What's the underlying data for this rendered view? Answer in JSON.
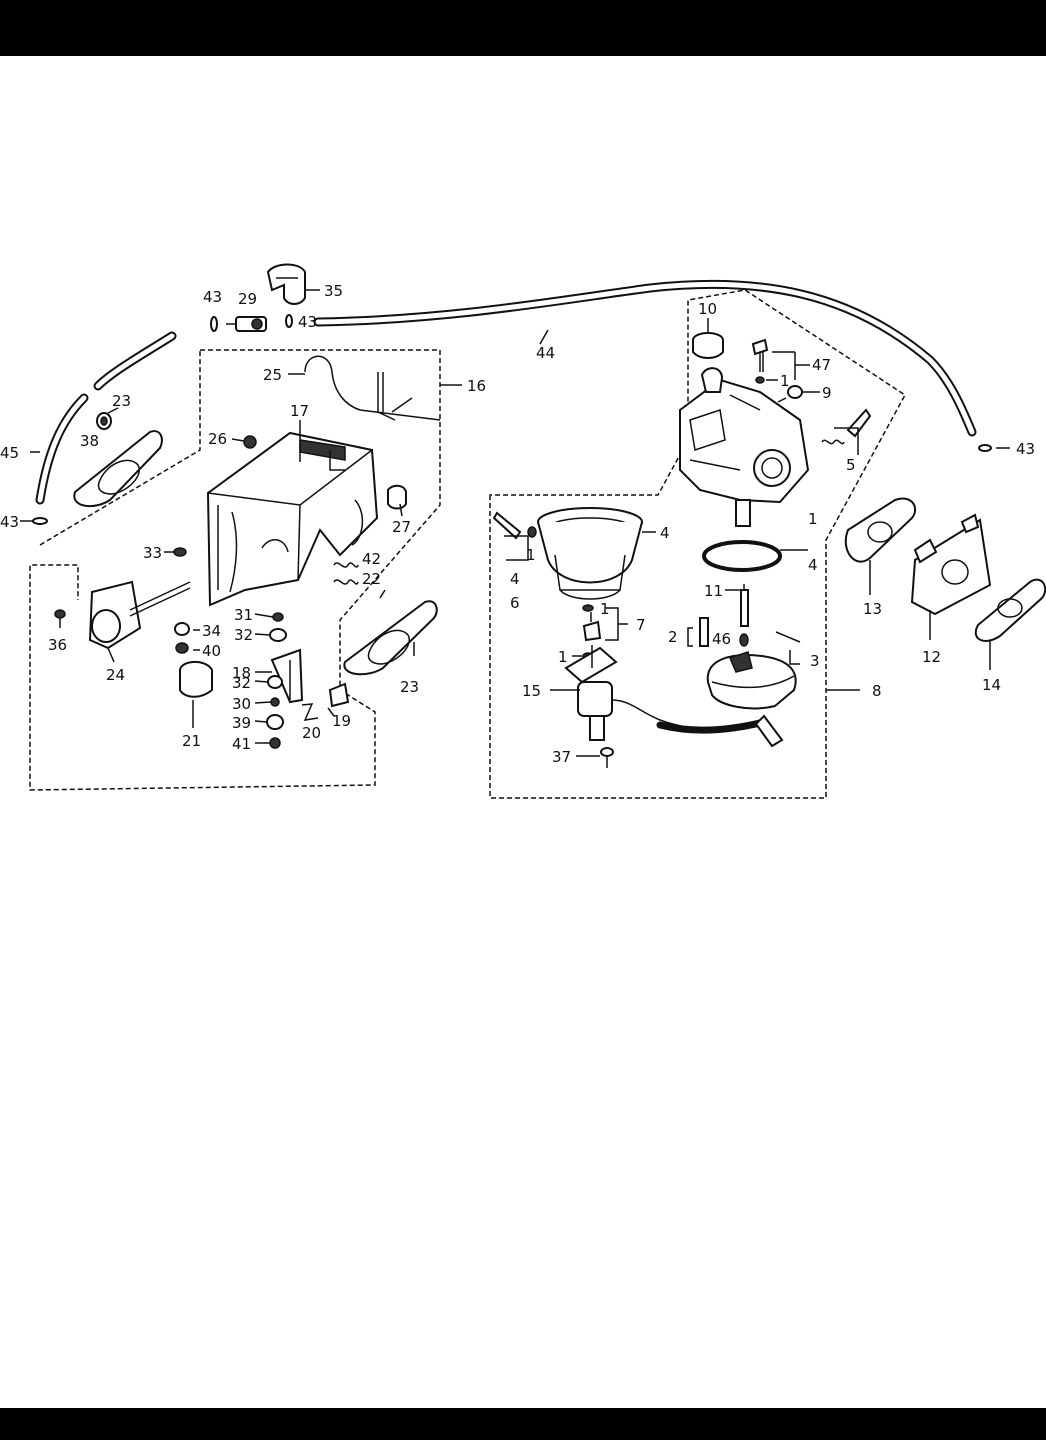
{
  "labels": {
    "p1": "1",
    "p2": "2",
    "p3": "3",
    "p4": "4",
    "p5": "5",
    "p6": "6",
    "p7": "7",
    "p8": "8",
    "p9": "9",
    "p10": "10",
    "p11": "11",
    "p12": "12",
    "p13": "13",
    "p14": "14",
    "p15": "15",
    "p16": "16",
    "p17": "17",
    "p18": "18",
    "p19": "19",
    "p20": "20",
    "p21": "21",
    "p22": "22",
    "p23": "23",
    "p24": "24",
    "p25": "25",
    "p26": "26",
    "p27": "27",
    "p29": "29",
    "p30": "30",
    "p31": "31",
    "p32": "32",
    "p33": "33",
    "p34": "34",
    "p35": "35",
    "p36": "36",
    "p37": "37",
    "p38": "38",
    "p39": "39",
    "p40": "40",
    "p41": "41",
    "p42": "42",
    "p43": "43",
    "p44": "44",
    "p45": "45",
    "p46": "46",
    "p47": "47"
  },
  "colors": {
    "ink": "#111111",
    "paper": "#ffffff",
    "bar": "#000000"
  }
}
